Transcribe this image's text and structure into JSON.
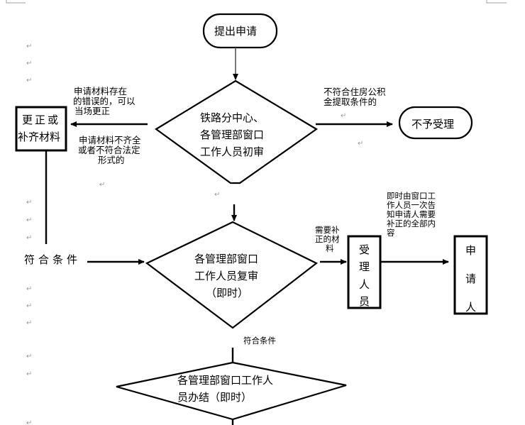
{
  "nodes": {
    "start": {
      "label": "提出申请"
    },
    "initial_review": {
      "lines": [
        "铁路分中心、",
        "各管理部窗口",
        "工作人员初审"
      ]
    },
    "correct_materials": {
      "lines": [
        "更正或",
        "补齐材料"
      ]
    },
    "reject": {
      "label": "不予受理"
    },
    "re_review": {
      "lines": [
        "各管理部窗口",
        "工作人员复审",
        "（即时）"
      ]
    },
    "handler": {
      "chars": [
        "受",
        "理",
        "人",
        "员"
      ]
    },
    "applicant": {
      "chars": [
        "申",
        "请",
        "人"
      ]
    },
    "completion": {
      "lines": [
        "各管理部窗口工作人",
        "员办结（即时）"
      ]
    }
  },
  "edge_labels": {
    "errors_fix_on_spot": [
      "申请材料存在",
      "的错误的，可以",
      "当场更正"
    ],
    "incomplete_materials": [
      "申请材料不齐全",
      "或者不符合法定",
      "形式的"
    ],
    "not_eligible": [
      "不符合住房公积",
      "金提取条件的"
    ],
    "meets_conditions_left": "符合条件",
    "needs_correction": [
      "需要补",
      "正的材",
      "料"
    ],
    "notify_applicant": [
      "即时由窗口工",
      "作人员一次告",
      "知申请人需要",
      "补正的全部内",
      "容"
    ],
    "meets_conditions_bottom": "符合条件"
  },
  "paragraph_mark": "↵"
}
